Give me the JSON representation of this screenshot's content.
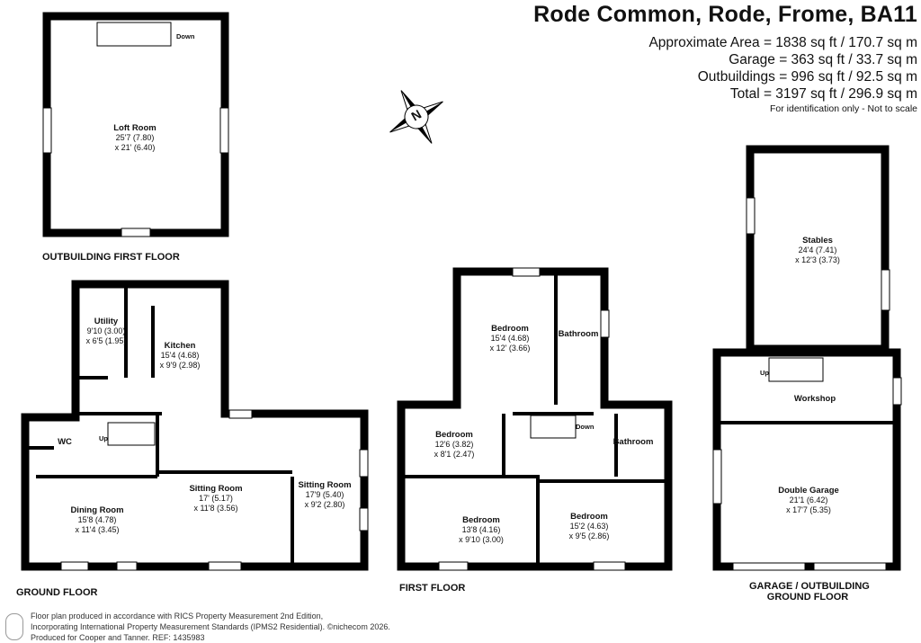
{
  "header": {
    "title": "Rode Common, Rode, Frome, BA11",
    "areas": [
      "Approximate Area = 1838 sq ft / 170.7 sq m",
      "Garage = 363 sq ft / 33.7 sq m",
      "Outbuildings = 996 sq ft / 92.5 sq m",
      "Total = 3197 sq ft / 296.9 sq m"
    ],
    "note": "For identification only - Not to scale"
  },
  "compass": {
    "label": "N"
  },
  "sections": {
    "outbuilding_first": "OUTBUILDING FIRST FLOOR",
    "ground": "GROUND FLOOR",
    "first": "FIRST FLOOR",
    "garage_line1": "GARAGE / OUTBUILDING",
    "garage_line2": "GROUND FLOOR"
  },
  "rooms": {
    "loft": {
      "name": "Loft Room",
      "d1": "25'7 (7.80)",
      "d2": "x 21' (6.40)"
    },
    "utility": {
      "name": "Utility",
      "d1": "9'10 (3.00)",
      "d2": "x 6'5 (1.95)"
    },
    "kitchen": {
      "name": "Kitchen",
      "d1": "15'4 (4.68)",
      "d2": "x 9'9 (2.98)"
    },
    "wc": {
      "name": "WC"
    },
    "dining": {
      "name": "Dining Room",
      "d1": "15'8 (4.78)",
      "d2": "x 11'4 (3.45)"
    },
    "sitting1": {
      "name": "Sitting Room",
      "d1": "17' (5.17)",
      "d2": "x 11'8 (3.56)"
    },
    "sitting2": {
      "name": "Sitting Room",
      "d1": "17'9 (5.40)",
      "d2": "x 9'2 (2.80)"
    },
    "bed1": {
      "name": "Bedroom",
      "d1": "15'4 (4.68)",
      "d2": "x 12' (3.66)"
    },
    "bath1": {
      "name": "Bathroom"
    },
    "bed2": {
      "name": "Bedroom",
      "d1": "12'6 (3.82)",
      "d2": "x 8'1 (2.47)"
    },
    "bath2": {
      "name": "Bathroom"
    },
    "bed3": {
      "name": "Bedroom",
      "d1": "13'8 (4.16)",
      "d2": "x 9'10 (3.00)"
    },
    "bed4": {
      "name": "Bedroom",
      "d1": "15'2 (4.63)",
      "d2": "x 9'5 (2.86)"
    },
    "stables": {
      "name": "Stables",
      "d1": "24'4 (7.41)",
      "d2": "x 12'3 (3.73)"
    },
    "workshop": {
      "name": "Workshop"
    },
    "garage": {
      "name": "Double Garage",
      "d1": "21'1 (6.42)",
      "d2": "x 17'7 (5.35)"
    }
  },
  "stairs": {
    "down_loft": "Down",
    "up_ground": "Up",
    "down_first": "Down",
    "up_workshop": "Up"
  },
  "footer": {
    "line1": "Floor plan produced in accordance with RICS Property Measurement 2nd Edition,",
    "line2": "Incorporating International Property Measurement Standards (IPMS2 Residential).  ©nichecom 2026.",
    "line3": "Produced for Cooper and Tanner.   REF:  1435983"
  }
}
